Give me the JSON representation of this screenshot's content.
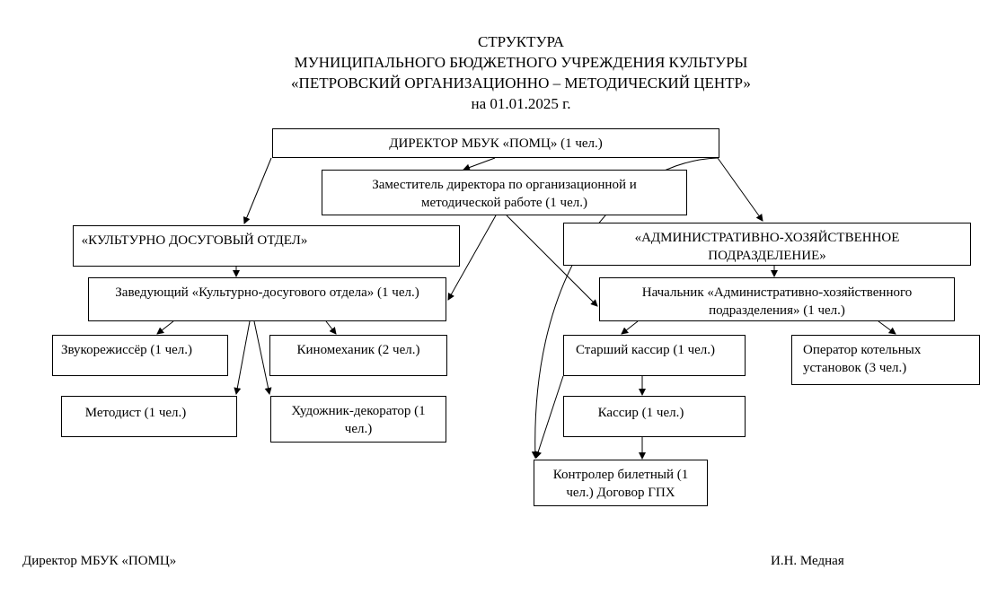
{
  "title": {
    "line1": "СТРУКТУРА",
    "line2": "МУНИЦИПАЛЬНОГО БЮДЖЕТНОГО УЧРЕЖДЕНИЯ КУЛЬТУРЫ",
    "line3": "«ПЕТРОВСКИЙ ОРГАНИЗАЦИОННО – МЕТОДИЧЕСКИЙ ЦЕНТР»",
    "line4": "на 01.01.2025 г."
  },
  "boxes": {
    "director": "ДИРЕКТОР МБУК «ПОМЦ»   (1 чел.)",
    "deputy": "Заместитель директора по организационной и методической работе   (1 чел.)",
    "cultural_dept": "«КУЛЬТУРНО ДОСУГОВЫЙ ОТДЕЛ»",
    "admin_dept": "«АДМИНИСТРАТИВНО-ХОЗЯЙСТВЕННОЕ ПОДРАЗДЕЛЕНИЕ»",
    "cultural_head": "Заведующий «Культурно-досугового отдела» (1 чел.)",
    "admin_head": "Начальник «Административно-хозяйственного подразделения»   (1 чел.)",
    "sound": "Звукорежиссёр (1 чел.)",
    "projectionist": "Киномеханик (2 чел.)",
    "methodist": "Методист (1 чел.)",
    "artist": "Художник-декоратор (1 чел.)",
    "senior_cashier": "Старший кассир (1 чел.)",
    "cashier": "Кассир (1 чел.)",
    "boiler_operator": "Оператор котельных установок (3 чел.)",
    "ticket_controller": "Контролер билетный (1 чел.) Договор ГПХ"
  },
  "footer": {
    "left": "Директор   МБУК «ПОМЦ»",
    "right": "И.Н. Медная"
  }
}
